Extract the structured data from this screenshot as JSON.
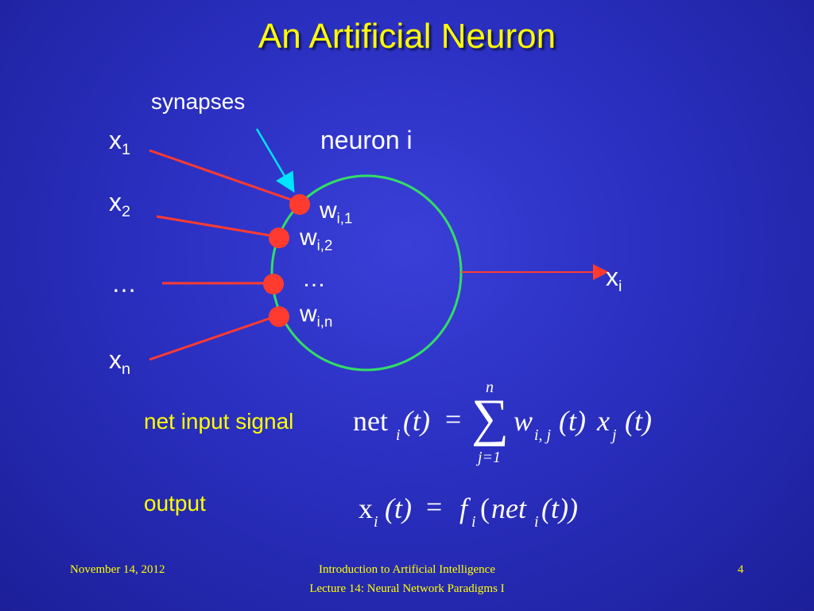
{
  "slide": {
    "title": "An Artificial Neuron",
    "synapses_label": "synapses",
    "neuron_label": "neuron i",
    "inputs": [
      {
        "base": "x",
        "sub": "1"
      },
      {
        "base": "x",
        "sub": "2"
      },
      {
        "base": "…",
        "sub": ""
      },
      {
        "base": "x",
        "sub": "n"
      }
    ],
    "weights": [
      {
        "base": "w",
        "sub": "i,1"
      },
      {
        "base": "w",
        "sub": "i,2"
      },
      {
        "base": "…",
        "sub": ""
      },
      {
        "base": "w",
        "sub": "i,n"
      }
    ],
    "output": {
      "base": "x",
      "sub": "i"
    },
    "net_input_label": "net input signal",
    "output_label": "output",
    "formula_net": {
      "lhs": "net",
      "lhs_sub": "i",
      "t1": "(t)",
      "eq": "=",
      "sum_top": "n",
      "sum_sym": "∑",
      "sum_bottom": "j=1",
      "w": "w",
      "w_sub": "i, j",
      "t2": "(t)",
      "x": "x",
      "x_sub": "j",
      "t3": "(t)"
    },
    "formula_out": {
      "lhs": "x",
      "lhs_sub": "i",
      "t1": "(t)",
      "eq": "=",
      "f": "f",
      "f_sub": "i",
      "open": "(",
      "net": "net",
      "net_sub": "i",
      "close": "(t))"
    }
  },
  "footer": {
    "date": "November 14, 2012",
    "course": "Introduction to Artificial Intelligence",
    "lecture": "Lecture 14: Neural Network Paradigms I",
    "page": "4"
  },
  "colors": {
    "background": "#2a2fc0",
    "title": "#ffff00",
    "input_line": "#ff3b30",
    "synapse": "#ff3b30",
    "neuron_outline": "#33dd66",
    "pointer_arrow": "#00e5ff",
    "output_arrow": "#ff3b30"
  }
}
